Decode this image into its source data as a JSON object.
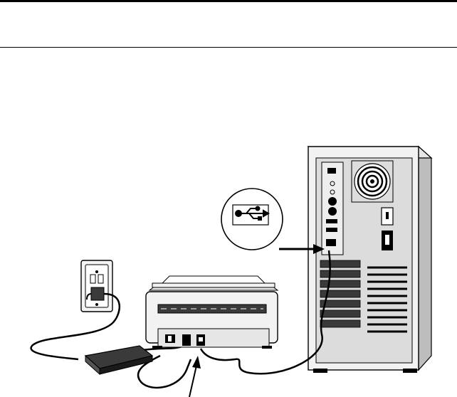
{
  "figure": {
    "kind": "line-illustration",
    "depicts": [
      "wall-outlet",
      "power-adapter",
      "scanner-rear",
      "computer-tower",
      "usb-symbol-callout"
    ],
    "colors": {
      "ink": "#000000",
      "light": "#e6e6e6",
      "mid": "#bdbdbd",
      "dark": "#3a3a3a",
      "paper": "#ffffff"
    }
  }
}
